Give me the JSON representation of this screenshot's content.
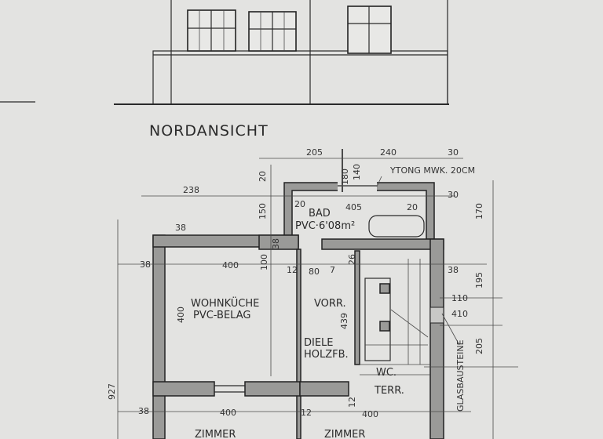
{
  "elevation": {
    "title": "NORDANSICHT"
  },
  "rooms": {
    "bad": "BAD",
    "bad_floor": "PVC·6'08m²",
    "wohnkueche": "WOHNKÜCHE",
    "wohnkueche_floor": "PVC-BELAG",
    "vorr": "VORR.",
    "diele": "DIELE",
    "diele_floor": "HOLZFB.",
    "wc": "WC.",
    "terr": "TERR.",
    "zimmer1": "ZIMMER",
    "zimmer2": "ZIMMER"
  },
  "notes": {
    "ytong": "YTONG MWK. 20CM",
    "glasbausteine": "GLASBAUSTEINE"
  },
  "dimensions": {
    "d205a": "205",
    "d240": "240",
    "d30a": "30",
    "d238": "238",
    "d20a": "20",
    "d180": "180",
    "d140": "140",
    "d405": "405",
    "d20b": "20",
    "d20c": "20",
    "d30b": "30",
    "d170": "170",
    "d150": "150",
    "d38a": "38",
    "d38b": "38",
    "d400a": "400",
    "d38c": "38",
    "d100": "100",
    "d12a": "12",
    "d80": "80",
    "d7": "7",
    "d26": "26",
    "d38d": "38",
    "d195": "195",
    "d110": "110",
    "d410": "410",
    "d439": "439",
    "d205b": "205",
    "d927": "927",
    "d400b": "400",
    "d12b": "12",
    "d400c": "400",
    "d38e": "38",
    "d12c": "12",
    "d400d": "400"
  },
  "colors": {
    "paper": "#e3e3e1",
    "ink": "#2a2a2a",
    "wall_fill": "#9a9a98"
  }
}
